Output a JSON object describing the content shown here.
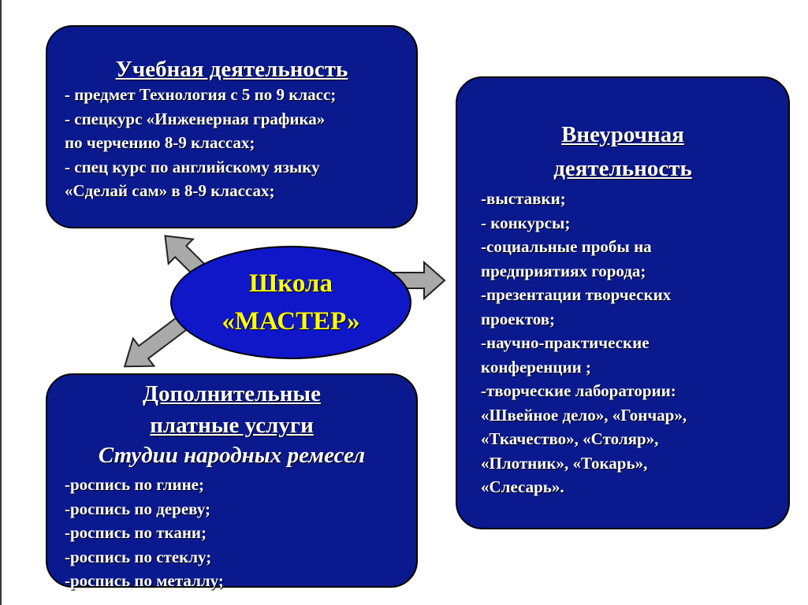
{
  "center": {
    "line1": "Школа",
    "line2": "«МАСТЕР»",
    "fill_color": "#0f17c9",
    "text_color": "#ffff00"
  },
  "study": {
    "title": "Учебная деятельность",
    "items": [
      "- предмет Технология с 5 по 9 класс;",
      "- спецкурс «Инженерная графика»",
      "по черчению 8-9 классах;",
      "- спец курс по английскому языку",
      "«Сделай сам»  в 8-9  классах;"
    ]
  },
  "extracurricular": {
    "title_line1": "Внеурочная",
    "title_line2": "деятельность",
    "items": [
      "-выставки;",
      "- конкурсы;",
      "-социальные  пробы на",
      "предприятиях города;",
      "-презентации творческих",
      "проектов;",
      "-научно-практические",
      "конференции ;",
      "-творческие лаборатории:",
      "«Швейное дело», «Гончар»,",
      "«Ткачество», «Столяр»,",
      "«Плотник», «Токарь»,",
      "«Слесарь»."
    ]
  },
  "paid": {
    "title_line1": "Дополнительные",
    "title_line2": "платные услуги",
    "subtitle": "Студии народных ремесел",
    "items": [
      "-роспись по глине;",
      "-роспись по дереву;",
      "-роспись по ткани;",
      "-роспись по стеклу;",
      "-роспись по металлу;"
    ]
  },
  "colors": {
    "box_fill": "#0a1a8e",
    "arrow_fill": "#a9a9a9",
    "text": "#ffffff"
  }
}
